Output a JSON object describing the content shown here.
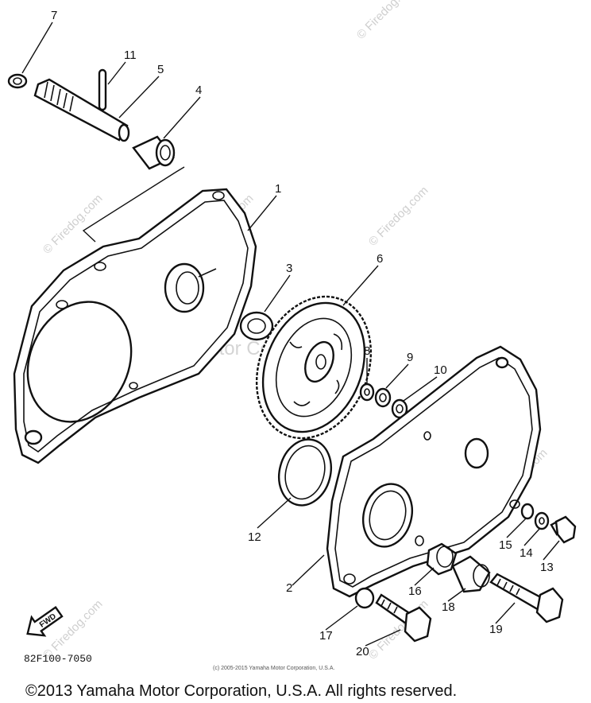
{
  "watermark": {
    "site_text": "© Firedog.com",
    "center_text": "Yamaha Motor Corp., U.S.A."
  },
  "callouts": [
    "1",
    "2",
    "3",
    "4",
    "5",
    "6",
    "7",
    "8",
    "9",
    "10",
    "11",
    "12",
    "13",
    "14",
    "15",
    "16",
    "17",
    "18",
    "19",
    "20"
  ],
  "fwd_label": "FWD",
  "diagram_code": "82F100-7050",
  "small_copyright": "(c) 2005-2015 Yamaha Motor Corporation, U.S.A.",
  "footer_copyright": "©2013 Yamaha Motor Corporation, U.S.A. All rights reserved."
}
